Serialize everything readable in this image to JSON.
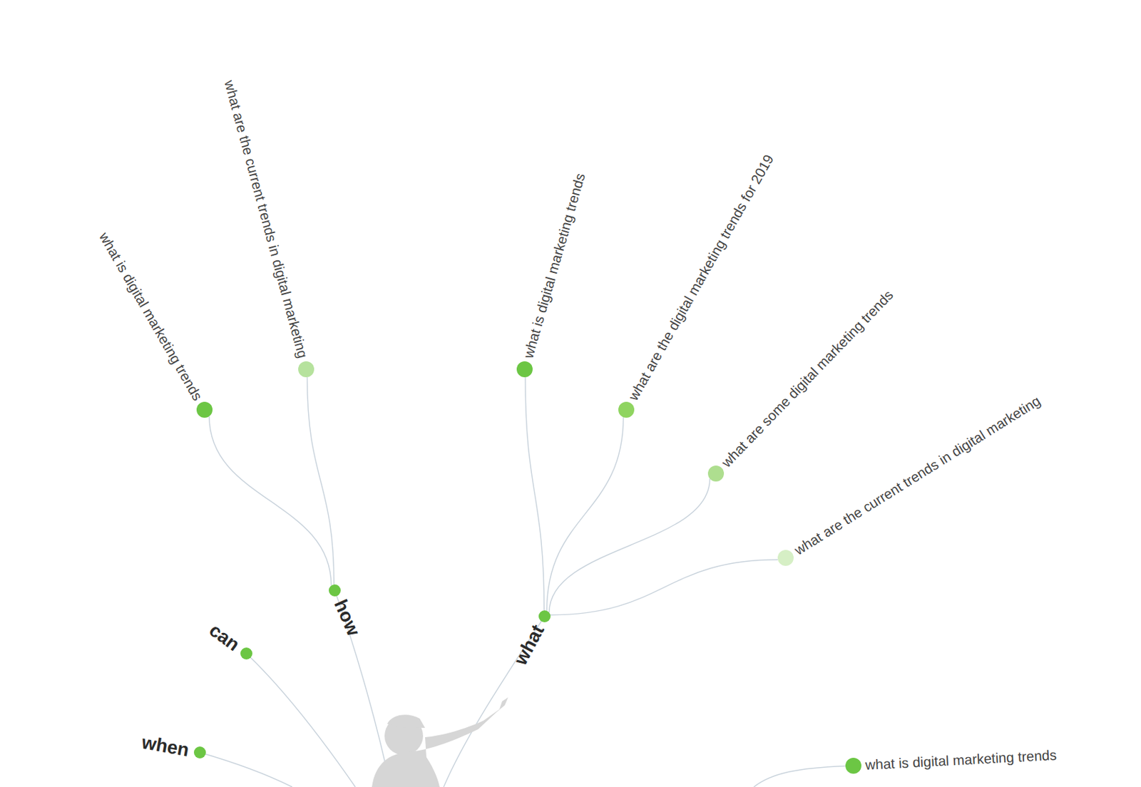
{
  "diagram": {
    "nodes": [
      {
        "text": [
          "when"
        ]
      },
      {
        "text": [
          "can"
        ]
      },
      {
        "text": [
          "how"
        ]
      },
      {
        "text": [
          "what"
        ]
      },
      {
        "text": [
          "what is digital marketing trends"
        ]
      },
      {
        "text": [
          "what are the current trends in digital marketing"
        ]
      },
      {
        "text": [
          "what is digital marketing trends"
        ]
      },
      {
        "text": [
          "what are the digital marketing trends for 2019"
        ]
      },
      {
        "text": [
          "what are some digital marketing trends"
        ]
      },
      {
        "text": [
          "what are the current trends in digital marketing"
        ]
      },
      {
        "text": [
          "what is digital marketing trends"
        ]
      }
    ],
    "edges": [
      {
        "from": 2,
        "to": 4,
        "arrow": "none"
      },
      {
        "from": 2,
        "to": 5,
        "arrow": "none"
      },
      {
        "from": 3,
        "to": 6,
        "arrow": "none"
      },
      {
        "from": 3,
        "to": 7,
        "arrow": "none"
      },
      {
        "from": 3,
        "to": 8,
        "arrow": "none"
      },
      {
        "from": 3,
        "to": 9,
        "arrow": "none"
      }
    ]
  }
}
